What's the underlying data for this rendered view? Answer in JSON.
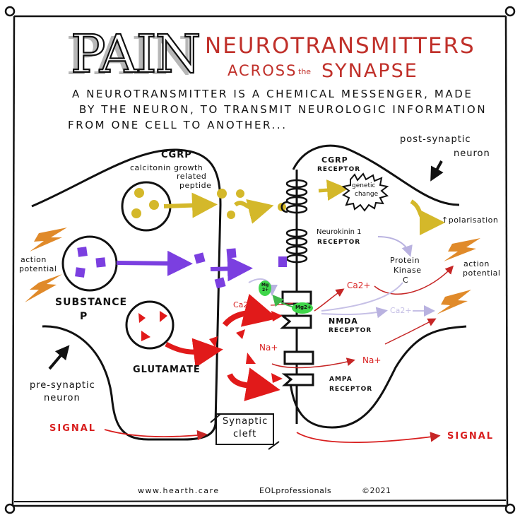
{
  "title": {
    "main": "PAIN",
    "line1": "NEUROTRANSMITTERS",
    "line2_a": "ACROSS",
    "line2_b": "the",
    "line2_c": "SYNAPSE"
  },
  "intro": {
    "line1": "A NEUROTRANSMITTER IS A CHEMICAL MESSENGER, MADE",
    "line2": "BY THE NEURON, TO TRANSMIT NEUROLOGIC INFORMATION",
    "line3": "FROM ONE CELL TO ANOTHER..."
  },
  "presynaptic": {
    "label_line1": "pre-synaptic",
    "label_line2": "neuron",
    "action_potential_line1": "action",
    "action_potential_line2": "potential",
    "vesicles": [
      {
        "name": "CGRP",
        "subtitle_line1": "calcitonin growth",
        "subtitle_line2": "related",
        "subtitle_line3": "peptide",
        "color": "#d4b82a"
      },
      {
        "name_line1": "SUBSTANCE",
        "name_line2": "P",
        "color": "#7b3fe0"
      },
      {
        "name": "GLUTAMATE",
        "color": "#e11a1a"
      }
    ]
  },
  "postsynaptic": {
    "label_line1": "post-synaptic",
    "label_line2": "neuron",
    "receptors": {
      "cgrp_line1": "CGRP",
      "cgrp_line2": "RECEPTOR",
      "nk1_line1": "Neurokinin 1",
      "nk1_line2": "RECEPTOR",
      "nmda_line1": "NMDA",
      "nmda_line2": "RECEPTOR",
      "ampa_line1": "AMPA",
      "ampa_line2": "RECEPTOR"
    },
    "genetic_change_line1": "genetic",
    "genetic_change_line2": "change",
    "polarisation": "↑polarisation",
    "protein_kinase_line1": "Protein",
    "protein_kinase_line2": "Kinase",
    "protein_kinase_line3": "C",
    "action_potential_line1": "action",
    "action_potential_line2": "potential"
  },
  "ions": {
    "ca_left": "Ca2+",
    "ca_right_red": "Ca2+",
    "ca_right_faded": "Ca2+",
    "na_left": "Na+",
    "na_right": "Na+",
    "mg_free_line1": "Mg",
    "mg_free_line2": "2+",
    "mg_bound": "Mg2+"
  },
  "signal": {
    "left": "SIGNAL",
    "right": "SIGNAL",
    "cleft_line1": "Synaptic",
    "cleft_line2": "cleft"
  },
  "footer": {
    "website": "www.hearth.care",
    "org": "EOLprofessionals",
    "copyright": "©2021"
  },
  "colors": {
    "ink": "#111111",
    "cgrp": "#d4b82a",
    "substance_p": "#7b3fe0",
    "glutamate": "#e11a1a",
    "signal": "#d81e1e",
    "title_red": "#c0302a",
    "lightning": "#e08a2a",
    "magnesium": "#3fd64a",
    "pkc_arrow": "#c6c0e6"
  }
}
